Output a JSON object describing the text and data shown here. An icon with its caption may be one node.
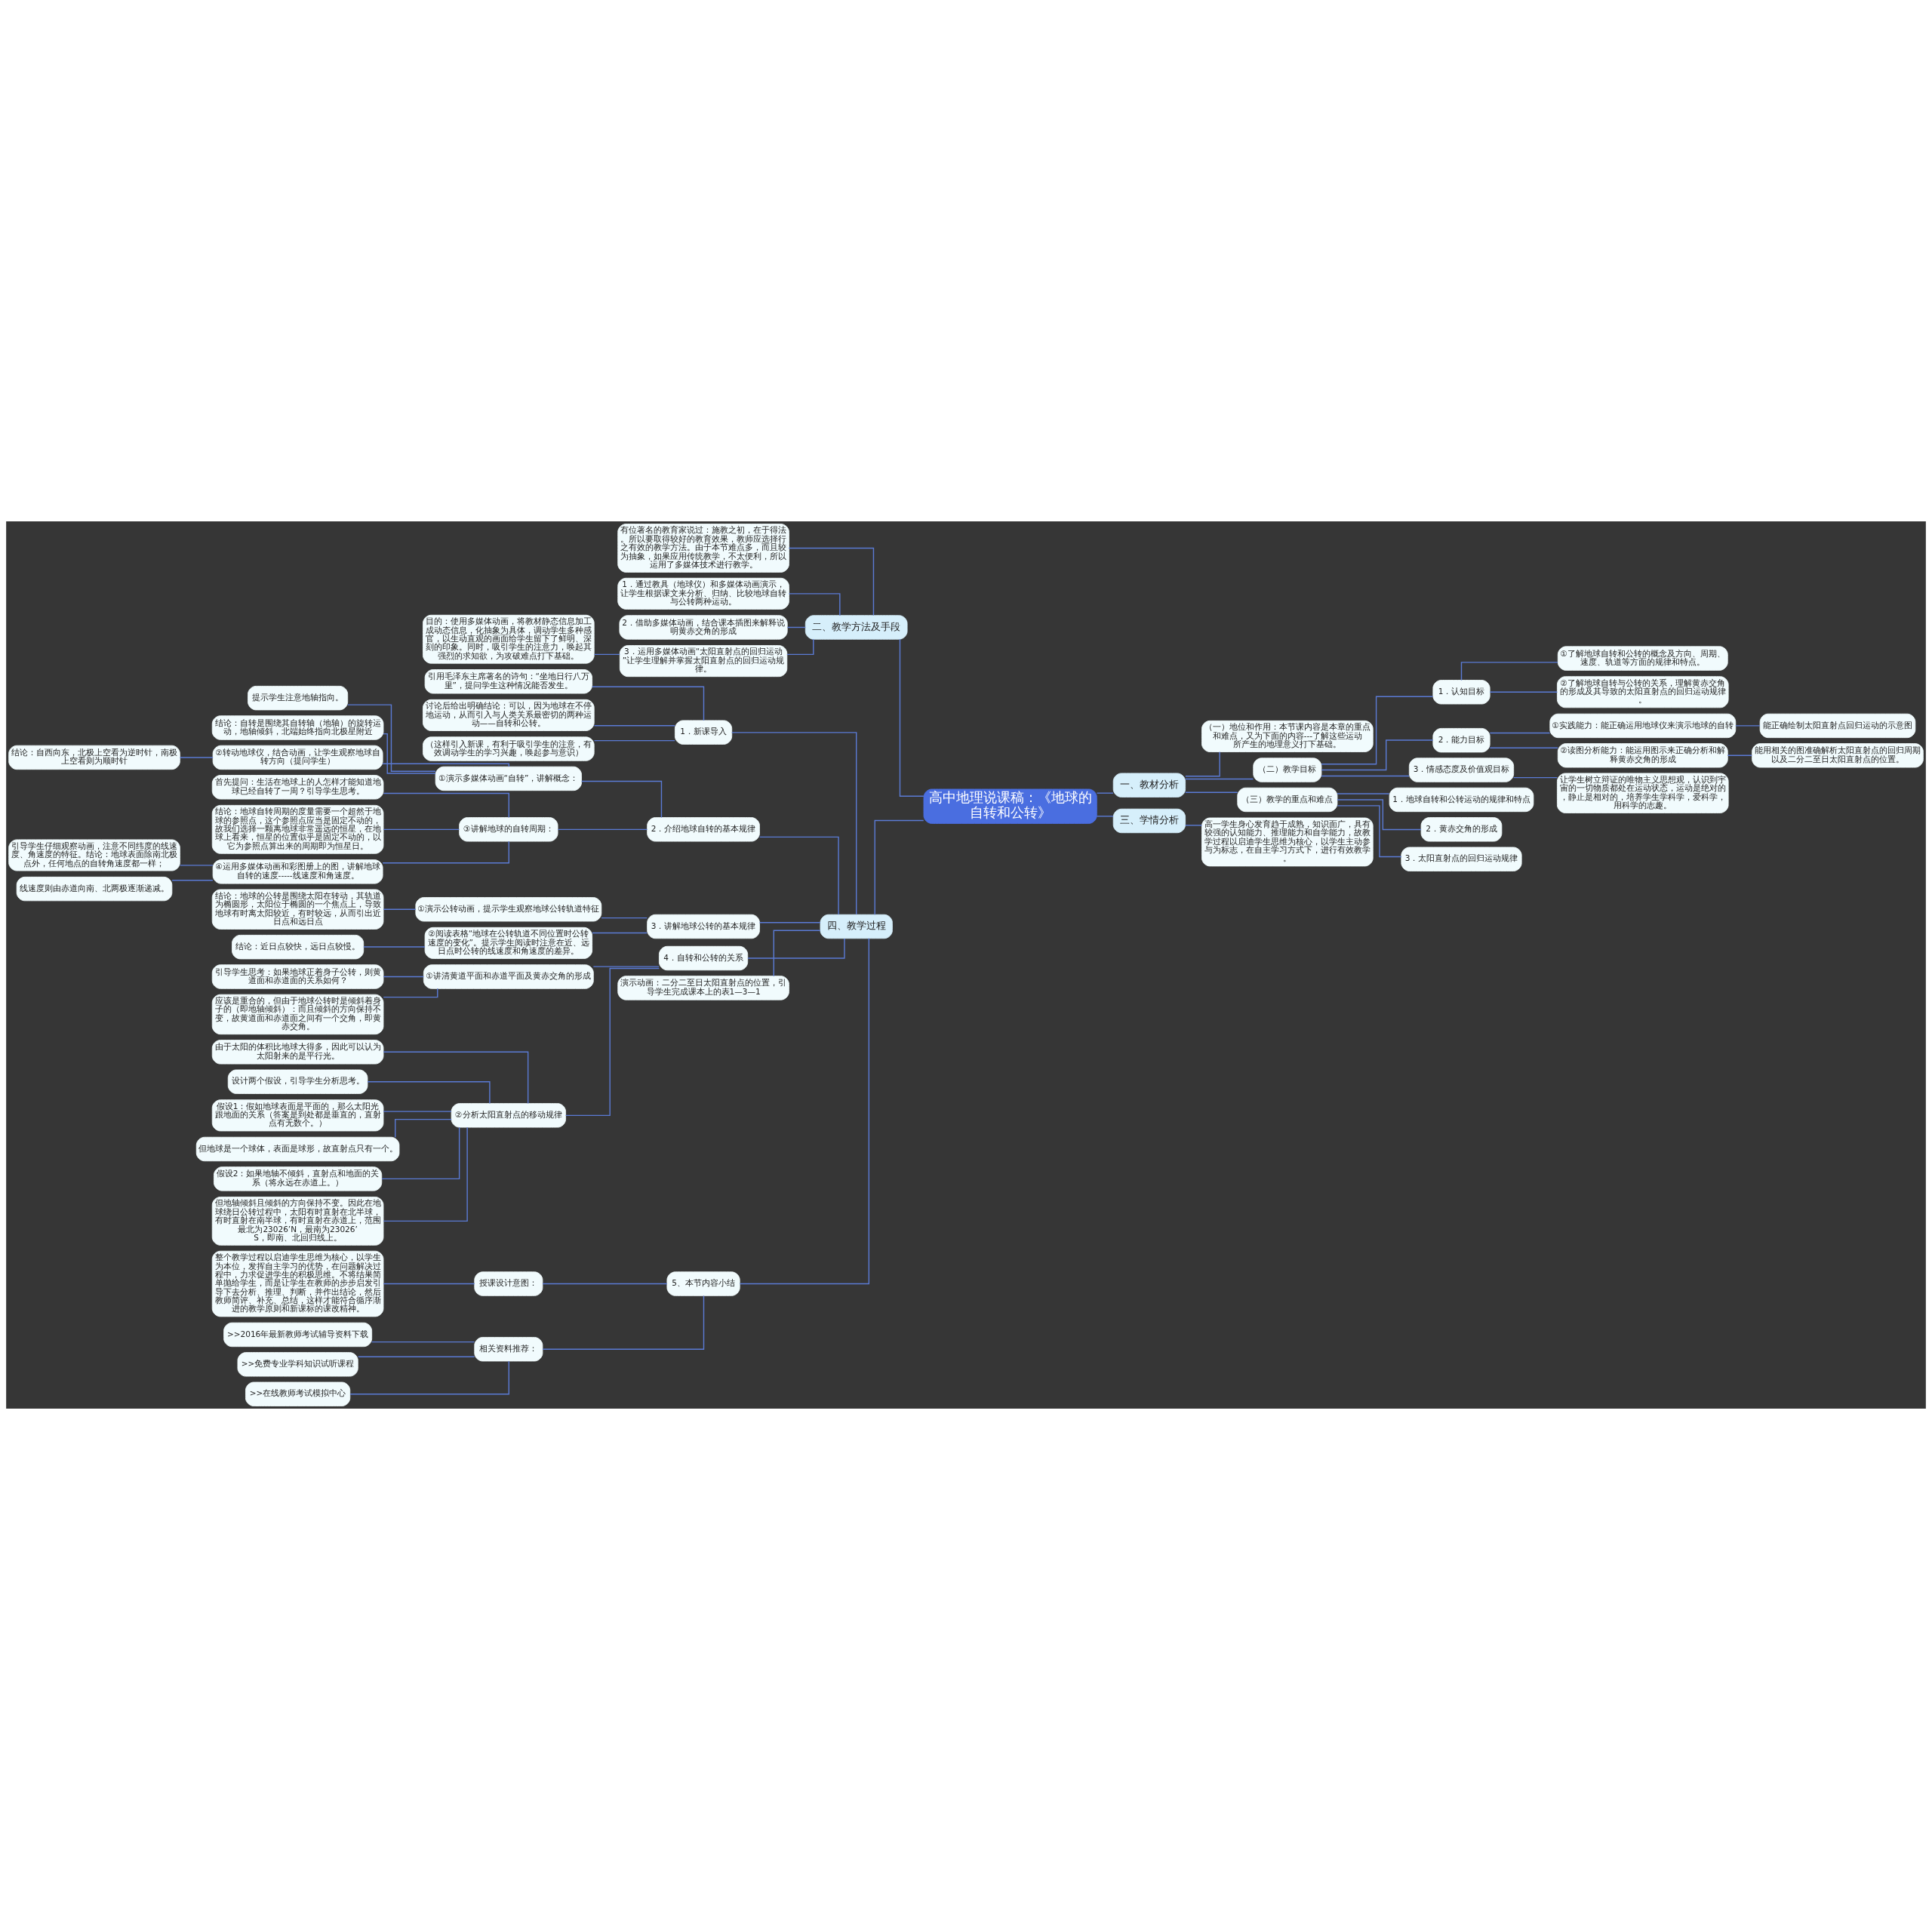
{
  "diagram": {
    "nodes": [
      {
        "text": [
          "高中地理说课稿：《地球的自转和公转》"
        ]
      },
      {
        "text": [
          "一、教材分析"
        ]
      },
      {
        "text": [
          "（一）地位和作用：本节课内容是本章的重点和难点，又为下面的内容---了解这些运动所产生的地理意义打下基础。"
        ]
      },
      {
        "text": [
          "（二）教学目标"
        ]
      },
      {
        "text": [
          "1．认知目标"
        ]
      },
      {
        "text": [
          "①了解地球自转和公转的概念及方向、周期、速度、轨道等方面的规律和特点。"
        ]
      },
      {
        "text": [
          "②了解地球自转与公转的关系，理解黄赤交角的形成及其导致的太阳直射点的回归运动规律。"
        ]
      },
      {
        "text": [
          "2．能力目标"
        ]
      },
      {
        "text": [
          "①实践能力：能正确运用地球仪来演示地球的自转"
        ]
      },
      {
        "text": [
          "能正确绘制太阳直射点回归运动的示意图"
        ]
      },
      {
        "text": [
          "②读图分析能力：能运用图示来正确分析和解释黄赤交角的形成"
        ]
      },
      {
        "text": [
          "能用相关的图准确解析太阳直射点的回归周期以及二分二至日太阳直射点的位置。"
        ]
      },
      {
        "text": [
          "3．情感态度及价值观目标"
        ]
      },
      {
        "text": [
          "让学生树立辩证的唯物主义思想观，认识到宇宙的一切物质都处在运动状态，运动是绝对的，静止是相对的，培养学生学科学，爱科学，用科学的志趣。"
        ]
      },
      {
        "text": [
          "（三）教学的重点和难点"
        ]
      },
      {
        "text": [
          "1．地球自转和公转运动的规律和特点"
        ]
      },
      {
        "text": [
          "2．黄赤交角的形成"
        ]
      },
      {
        "text": [
          "3．太阳直射点的回归运动规律"
        ]
      },
      {
        "text": [
          "三、学情分析"
        ]
      },
      {
        "text": [
          "高一学生身心发育趋于成熟，知识面广，具有较强的认知能力、推理能力和自学能力，故教学过程以启迪学生思维为核心，以学生主动参与为标志，在自主学习方式下，进行有效教学。"
        ]
      },
      {
        "text": [
          "二、教学方法及手段"
        ]
      },
      {
        "text": [
          "有位著名的教育家说过：施教之初，在于得法。所以要取得较好的教育效果，教师应选择行之有效的教学方法。由于本节难点多，而且较为抽象，如果应用传统教学，不太便利，所以运用了多媒体技术进行教学。"
        ]
      },
      {
        "text": [
          "1．通过教具（地球仪）和多媒体动画演示，让学生根据课文来分析、归纳、比较地球自转与公转两种运动。"
        ]
      },
      {
        "text": [
          "2．借助多媒体动画，结合课本插图来解释说明黄赤交角的形成"
        ]
      },
      {
        "text": [
          "3．运用多媒体动画“太阳直射点的回归运动”让学生理解并掌握太阳直射点的回归运动规律。"
        ]
      },
      {
        "text": [
          "目的：使用多媒体动画，将教材静态信息加工成动态信息，化抽象为具体，调动学生多种感官，以生动直观的画面给学生留下了鲜明、深刻的印象。同时，吸引学生的注意力，唤起其强烈的求知欲，为攻破难点打下基础。"
        ]
      },
      {
        "text": [
          "四、教学过程"
        ]
      },
      {
        "text": [
          "1．新课导入"
        ]
      },
      {
        "text": [
          "引用毛泽东主席著名的诗句：“坐地日行八万里”，提问学生这种情况能否发生。"
        ]
      },
      {
        "text": [
          "讨论后给出明确结论：可以，因为地球在不停地运动，从而引入与人类关系最密切的两种运动——自转和公转。"
        ]
      },
      {
        "text": [
          "（这样引入新课，有利于吸引学生的注意，有效调动学生的学习兴趣，唤起参与意识）"
        ]
      },
      {
        "text": [
          "2．介绍地球自转的基本规律"
        ]
      },
      {
        "text": [
          "①演示多媒体动画“自转”，讲解概念："
        ]
      },
      {
        "text": [
          "提示学生注意地轴指向。"
        ]
      },
      {
        "text": [
          "结论：自转是围绕其自转轴（地轴）的旋转运动，地轴倾斜，北端始终指向北极星附近"
        ]
      },
      {
        "text": [
          "②转动地球仪，结合动画，让学生观察地球自转方向（提问学生）"
        ]
      },
      {
        "text": [
          "结论：自西向东，北极上空看为逆时针，南极上空看则为顺时针"
        ]
      },
      {
        "text": [
          "③讲解地球的自转周期："
        ]
      },
      {
        "text": [
          "首先提问：生活在地球上的人怎样才能知道地球已经自转了一周？引导学生思考。"
        ]
      },
      {
        "text": [
          "结论：地球自转周期的度量需要一个超然于地球的参照点，这个参照点应当是固定不动的，故我们选择一颗离地球非常遥远的恒星，在地球上看来，恒星的位置似乎是固定不动的，以它为参照点算出来的周期即为恒星日。"
        ]
      },
      {
        "text": [
          "④运用多媒体动画和彩图册上的图，讲解地球自转的速度-----线速度和角速度。"
        ]
      },
      {
        "text": [
          "引导学生仔细观察动画，注意不同纬度的线速度、角速度的特征。结论：地球表面除南北极点外，任何地点的自转角速度都一样；"
        ]
      },
      {
        "text": [
          "线速度则由赤道向南、北两极逐渐递减。"
        ]
      },
      {
        "text": [
          "3．讲解地球公转的基本规律"
        ]
      },
      {
        "text": [
          "①演示公转动画，提示学生观察地球公转轨道特征"
        ]
      },
      {
        "text": [
          "结论：地球的公转是围绕太阳在转动，其轨道为椭圆形，太阳位于椭圆的一个焦点上，导致地球有时离太阳较近，有时较远，从而引出近日点和远日点"
        ]
      },
      {
        "text": [
          "②阅读表格“地球在公转轨道不同位置时公转速度的变化”。提示学生阅读时注意在近、远日点时公转的线速度和角速度的差异。"
        ]
      },
      {
        "text": [
          "结论：近日点较快，远日点较慢。"
        ]
      },
      {
        "text": [
          "4．自转和公转的关系"
        ]
      },
      {
        "text": [
          "①讲清黄道平面和赤道平面及黄赤交角的形成"
        ]
      },
      {
        "text": [
          "引导学生思考：如果地球正着身子公转，则黄道面和赤道面的关系如何？"
        ]
      },
      {
        "text": [
          "应该是重合的，但由于地球公转时是倾斜着身子的（即地轴倾斜）：而且倾斜的方向保持不变，故黄道面和赤道面之间有一个交角，即黄赤交角。"
        ]
      },
      {
        "text": [
          "②分析太阳直射点的移动规律"
        ]
      },
      {
        "text": [
          "由于太阳的体积比地球大得多，因此可以认为太阳射来的是平行光。"
        ]
      },
      {
        "text": [
          "设计两个假设，引导学生分析思考。"
        ]
      },
      {
        "text": [
          "假设1：假如地球表面是平面的，那么太阳光跟地面的关系（答案是到处都是垂直的，直射点有无数个。）"
        ]
      },
      {
        "text": [
          "但地球是一个球体，表面是球形，故直射点只有一个。"
        ]
      },
      {
        "text": [
          "假设2：如果地轴不倾斜，直射点和地面的关系（将永远在赤道上。）"
        ]
      },
      {
        "text": [
          "但地轴倾斜且倾斜的方向保持不变。因此在地球绕日公转过程中，太阳有时直射在北半球，有时直射在南半球，有时直射在赤道上，范围最北为23026’N，最南为23026’S，即南、北回归线上。"
        ]
      },
      {
        "text": [
          "演示动画：二分二至日太阳直射点的位置，引导学生完成课本上的表1—3—1"
        ]
      },
      {
        "text": [
          "5、本节内容小结"
        ]
      },
      {
        "text": [
          "授课设计意图："
        ]
      },
      {
        "text": [
          "整个教学过程以启迪学生思维为核心，以学生为本位，发挥自主学习的优势，在问题解决过程中，力求促进学生的积极思维。不将结果简单抛给学生，而是让学生在教师的步步启发引导下去分析、推理、判断，并作出结论，然后教师简评、补充、总结，这样才能符合循序渐进的教学原则和新课标的课改精神。"
        ]
      },
      {
        "text": [
          "相关资料推荐："
        ]
      },
      {
        "text": [
          ">>2016年最新教师考试辅导资料下载"
        ]
      },
      {
        "text": [
          ">>免费专业学科知识试听课程"
        ]
      },
      {
        "text": [
          ">>在线教师考试模拟中心"
        ]
      }
    ],
    "edges": [
      {
        "from": 0,
        "to": 1,
        "arrow": "none"
      },
      {
        "from": 1,
        "to": 2,
        "arrow": "none"
      },
      {
        "from": 1,
        "to": 3,
        "arrow": "none"
      },
      {
        "from": 3,
        "to": 4,
        "arrow": "none"
      },
      {
        "from": 4,
        "to": 5,
        "arrow": "none"
      },
      {
        "from": 4,
        "to": 6,
        "arrow": "none"
      },
      {
        "from": 3,
        "to": 7,
        "arrow": "none"
      },
      {
        "from": 7,
        "to": 8,
        "arrow": "none"
      },
      {
        "from": 8,
        "to": 9,
        "arrow": "none"
      },
      {
        "from": 7,
        "to": 10,
        "arrow": "none"
      },
      {
        "from": 10,
        "to": 11,
        "arrow": "none"
      },
      {
        "from": 3,
        "to": 12,
        "arrow": "none"
      },
      {
        "from": 12,
        "to": 13,
        "arrow": "none"
      },
      {
        "from": 1,
        "to": 14,
        "arrow": "none"
      },
      {
        "from": 14,
        "to": 15,
        "arrow": "none"
      },
      {
        "from": 14,
        "to": 16,
        "arrow": "none"
      },
      {
        "from": 14,
        "to": 17,
        "arrow": "none"
      },
      {
        "from": 0,
        "to": 18,
        "arrow": "none"
      },
      {
        "from": 18,
        "to": 19,
        "arrow": "none"
      },
      {
        "from": 0,
        "to": 20,
        "arrow": "none"
      },
      {
        "from": 20,
        "to": 21,
        "arrow": "none"
      },
      {
        "from": 20,
        "to": 22,
        "arrow": "none"
      },
      {
        "from": 20,
        "to": 23,
        "arrow": "none"
      },
      {
        "from": 20,
        "to": 24,
        "arrow": "none"
      },
      {
        "from": 24,
        "to": 25,
        "arrow": "none"
      },
      {
        "from": 0,
        "to": 26,
        "arrow": "none"
      },
      {
        "from": 26,
        "to": 27,
        "arrow": "none"
      },
      {
        "from": 27,
        "to": 28,
        "arrow": "none"
      },
      {
        "from": 27,
        "to": 29,
        "arrow": "none"
      },
      {
        "from": 27,
        "to": 30,
        "arrow": "none"
      },
      {
        "from": 26,
        "to": 31,
        "arrow": "none"
      },
      {
        "from": 31,
        "to": 32,
        "arrow": "none"
      },
      {
        "from": 32,
        "to": 33,
        "arrow": "none"
      },
      {
        "from": 32,
        "to": 34,
        "arrow": "none"
      },
      {
        "from": 32,
        "to": 35,
        "arrow": "none"
      },
      {
        "from": 35,
        "to": 36,
        "arrow": "none"
      },
      {
        "from": 31,
        "to": 37,
        "arrow": "none"
      },
      {
        "from": 37,
        "to": 38,
        "arrow": "none"
      },
      {
        "from": 37,
        "to": 39,
        "arrow": "none"
      },
      {
        "from": 37,
        "to": 40,
        "arrow": "none"
      },
      {
        "from": 40,
        "to": 41,
        "arrow": "none"
      },
      {
        "from": 40,
        "to": 42,
        "arrow": "none"
      },
      {
        "from": 26,
        "to": 43,
        "arrow": "none"
      },
      {
        "from": 43,
        "to": 44,
        "arrow": "none"
      },
      {
        "from": 44,
        "to": 45,
        "arrow": "none"
      },
      {
        "from": 43,
        "to": 46,
        "arrow": "none"
      },
      {
        "from": 46,
        "to": 47,
        "arrow": "none"
      },
      {
        "from": 26,
        "to": 48,
        "arrow": "none"
      },
      {
        "from": 48,
        "to": 49,
        "arrow": "none"
      },
      {
        "from": 49,
        "to": 50,
        "arrow": "none"
      },
      {
        "from": 49,
        "to": 51,
        "arrow": "none"
      },
      {
        "from": 48,
        "to": 52,
        "arrow": "none"
      },
      {
        "from": 52,
        "to": 53,
        "arrow": "none"
      },
      {
        "from": 52,
        "to": 54,
        "arrow": "none"
      },
      {
        "from": 52,
        "to": 55,
        "arrow": "none"
      },
      {
        "from": 52,
        "to": 56,
        "arrow": "none"
      },
      {
        "from": 52,
        "to": 57,
        "arrow": "none"
      },
      {
        "from": 52,
        "to": 58,
        "arrow": "none"
      },
      {
        "from": 26,
        "to": 59,
        "arrow": "none"
      },
      {
        "from": 26,
        "to": 60,
        "arrow": "none"
      },
      {
        "from": 60,
        "to": 61,
        "arrow": "none"
      },
      {
        "from": 61,
        "to": 62,
        "arrow": "none"
      },
      {
        "from": 60,
        "to": 63,
        "arrow": "none"
      },
      {
        "from": 63,
        "to": 64,
        "arrow": "none"
      },
      {
        "from": 63,
        "to": 65,
        "arrow": "none"
      },
      {
        "from": 63,
        "to": 66,
        "arrow": "none"
      }
    ]
  }
}
